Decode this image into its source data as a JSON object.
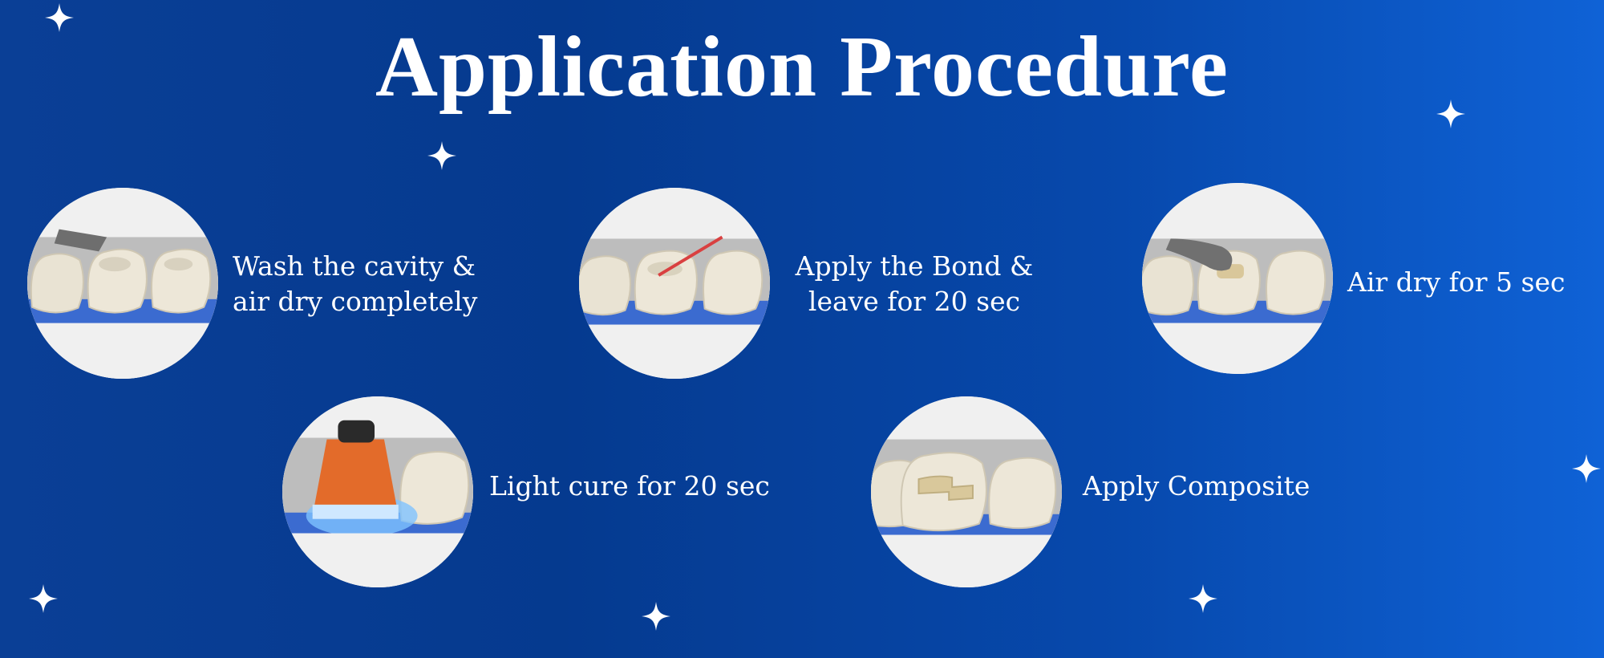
{
  "title": "Application Procedure",
  "steps": [
    {
      "line1": "Wash the cavity &",
      "line2": "air dry completely",
      "image": "wash-teeth-illustration"
    },
    {
      "line1": "Apply the Bond &",
      "line2": "leave for 20 sec",
      "image": "bond-brush-illustration"
    },
    {
      "line1": "Air dry for 5 sec",
      "image": "air-dry-illustration"
    },
    {
      "line1": "Light cure for 20 sec",
      "image": "curing-light-illustration"
    },
    {
      "line1": "Apply Composite",
      "image": "composite-filling-illustration"
    }
  ],
  "colors": {
    "background_dark": "#053a8f",
    "background_light": "#0f62d6",
    "text": "#ffffff",
    "tooth": "#ece6d6",
    "gum": "#3f6fd0"
  }
}
